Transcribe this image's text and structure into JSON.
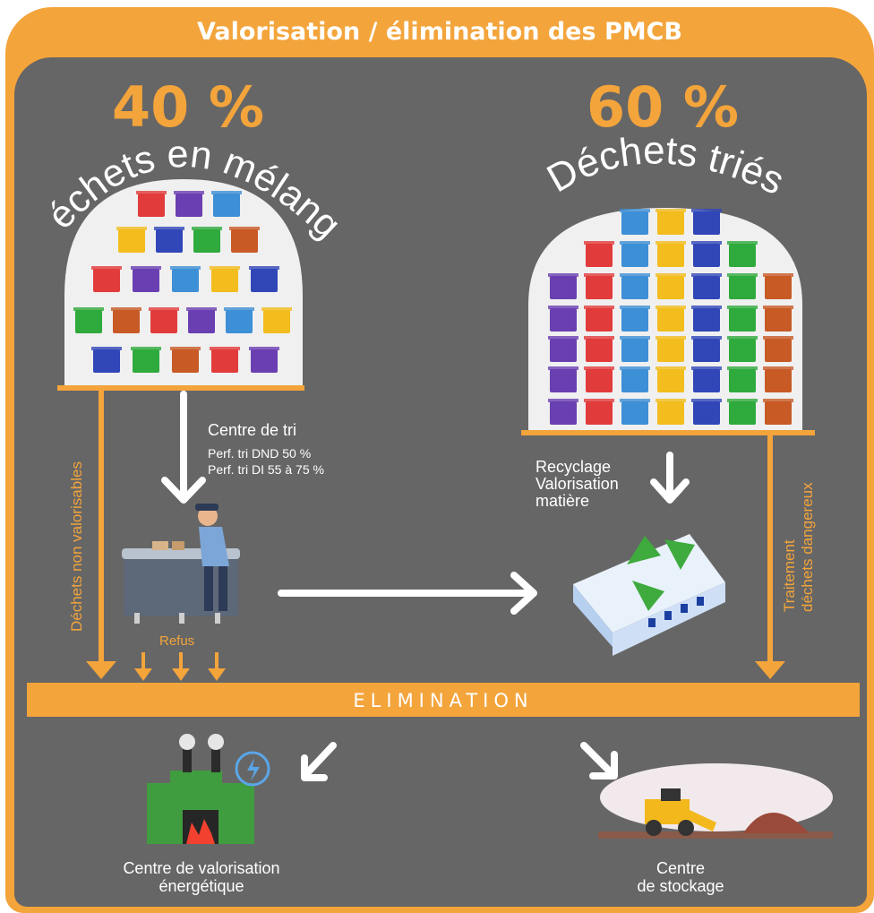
{
  "title": "Valorisation / élimination des PMCB",
  "left": {
    "percent": "40 %",
    "label": "Déchets en mélange",
    "side_label": "Déchets non valorisables"
  },
  "right": {
    "percent": "60 %",
    "label": "Déchets triés",
    "side_label_line1": "Traitement",
    "side_label_line2": "déchets dangereux"
  },
  "sorting": {
    "title": "Centre de tri",
    "perf_dnd": "Perf. tri DND 50 %",
    "perf_di": "Perf. tri DI 55 à 75 %",
    "refus": "Refus"
  },
  "recycling": {
    "line1": "Recyclage",
    "line2": "Valorisation",
    "line3": "matière"
  },
  "elimination": "ELIMINATION",
  "energy_center": {
    "line1": "Centre de valorisation",
    "line2": "énergétique"
  },
  "storage_center": {
    "line1": "Centre",
    "line2": "de stockage"
  },
  "colors": {
    "orange": "#f3a43b",
    "panel": "#666666",
    "bin_blue": "#3d8fd6",
    "bin_red": "#e23b3b",
    "bin_green": "#2faa3c",
    "bin_yellow": "#f2bd1d",
    "bin_purple": "#6a3fb1",
    "bin_brown": "#c85a25",
    "bin_navy": "#3147b8"
  }
}
